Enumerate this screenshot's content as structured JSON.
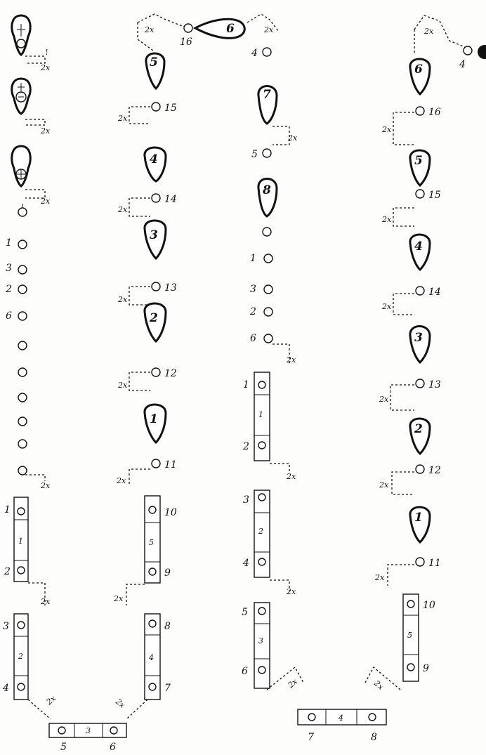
{
  "spacing_label": "2x",
  "seg_numbers_col1": [
    "1",
    "3",
    "2",
    "6"
  ],
  "box_labels_col1": [
    "1",
    "2",
    "3",
    "4"
  ],
  "box_inner_col1": [
    "1",
    "2"
  ],
  "pod_nums_col2": [
    "5",
    "4",
    "3",
    "2",
    "1"
  ],
  "port_nums_col2": [
    "15",
    "14",
    "13",
    "12",
    "11"
  ],
  "box_labels_col2": [
    "10",
    "9",
    "8",
    "7"
  ],
  "box_inner_col2": [
    "5",
    "4"
  ],
  "top_port": "16",
  "top_pod": "6",
  "col3_ports": [
    "4",
    "5"
  ],
  "col3_pods": [
    "7",
    "8"
  ],
  "seg_numbers_col3": [
    "1",
    "3",
    "2",
    "6"
  ],
  "box_labels_col3": [
    "1",
    "2",
    "3",
    "4",
    "5",
    "6"
  ],
  "box_inner_col3": [
    "1",
    "2",
    "3"
  ],
  "pod_nums_col4": [
    "6",
    "5",
    "4",
    "3",
    "2",
    "1"
  ],
  "port_nums_col4": [
    "16",
    "15",
    "14",
    "13",
    "12",
    "11"
  ],
  "box_labels_col4": [
    "10",
    "9"
  ],
  "box_inner_col4": [
    "5"
  ],
  "corner_port": "4",
  "bottom_left_box": [
    "5",
    "3",
    "6"
  ],
  "bottom_right_box": [
    "7",
    "4",
    "8"
  ]
}
